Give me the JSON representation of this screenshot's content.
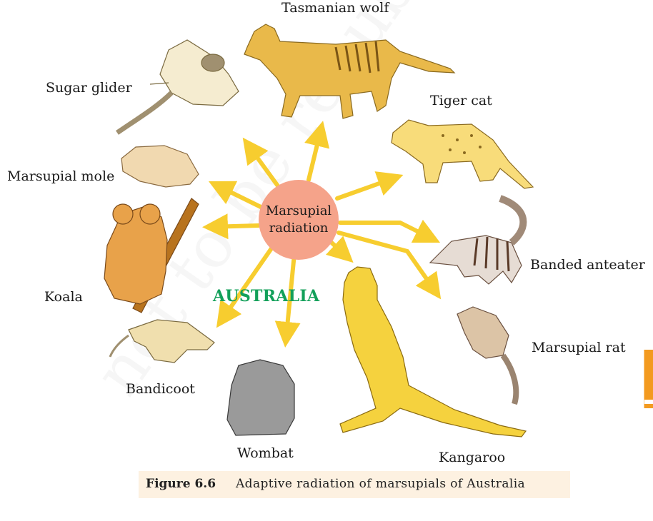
{
  "center_label_line1": "Marsupial",
  "center_label_line2": "radiation",
  "region_label": "AUSTRALIA",
  "animals": {
    "tasmanian_wolf": "Tasmanian wolf",
    "sugar_glider": "Sugar glider",
    "tiger_cat": "Tiger cat",
    "marsupial_mole": "Marsupial mole",
    "banded_anteater": "Banded anteater",
    "koala": "Koala",
    "marsupial_rat": "Marsupial rat",
    "bandicoot": "Bandicoot",
    "wombat": "Wombat",
    "kangaroo": "Kangaroo"
  },
  "caption": {
    "figure": "Figure 6.6",
    "text": "Adaptive radiation of marsupials of Australia"
  },
  "colors": {
    "arrow": "#f7cd2f",
    "center_circle": "#f5a38a",
    "region_label": "#13a05a",
    "caption_bg": "#fdf1e1",
    "side_tab": "#f39a1f"
  }
}
